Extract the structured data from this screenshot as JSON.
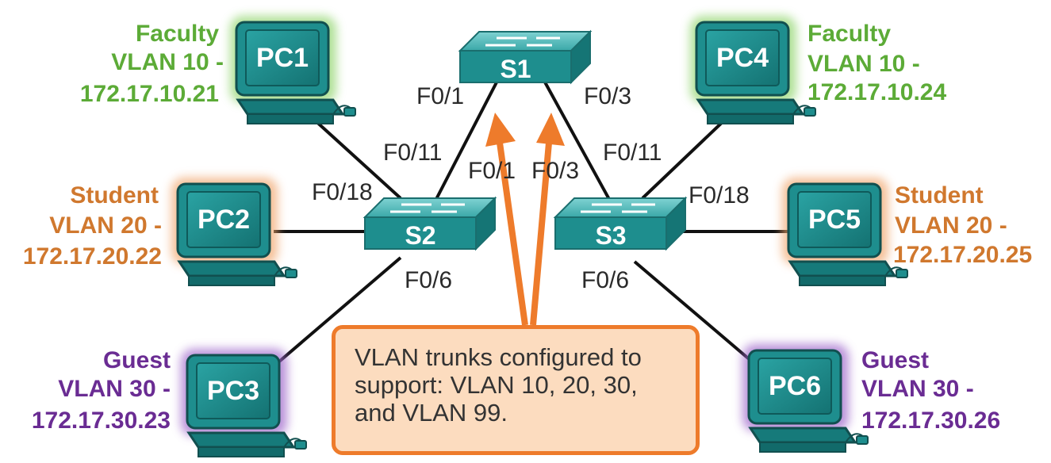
{
  "colors": {
    "faculty": "#5cab37",
    "student": "#d0782e",
    "guest": "#6a2c93",
    "device_teal": "#1e8e8e",
    "arrow_orange": "#ee7b2b",
    "callout_fill": "#fcdcbf"
  },
  "switches": {
    "s1": "S1",
    "s2": "S2",
    "s3": "S3"
  },
  "pcs": {
    "pc1": {
      "name": "PC1",
      "group": "Faculty",
      "vlan": "VLAN 10 -",
      "ip": "172.17.10.21"
    },
    "pc2": {
      "name": "PC2",
      "group": "Student",
      "vlan": "VLAN 20 -",
      "ip": "172.17.20.22"
    },
    "pc3": {
      "name": "PC3",
      "group": "Guest",
      "vlan": "VLAN 30 -",
      "ip": "172.17.30.23"
    },
    "pc4": {
      "name": "PC4",
      "group": "Faculty",
      "vlan": "VLAN 10 -",
      "ip": "172.17.10.24"
    },
    "pc5": {
      "name": "PC5",
      "group": "Student",
      "vlan": "VLAN 20 -",
      "ip": "172.17.20.25"
    },
    "pc6": {
      "name": "PC6",
      "group": "Guest",
      "vlan": "VLAN 30 -",
      "ip": "172.17.30.26"
    }
  },
  "ports": {
    "s1_f01": "F0/1",
    "s1_f03": "F0/3",
    "s2_f011": "F0/11",
    "s2_f018": "F0/18",
    "s2_f06": "F0/6",
    "s3_f011": "F0/11",
    "s3_f018": "F0/18",
    "s3_f06": "F0/6",
    "arrow_f01": "F0/1",
    "arrow_f03": "F0/3"
  },
  "callout": {
    "text": "VLAN trunks configured to\nsupport: VLAN 10, 20, 30,\nand VLAN 99."
  }
}
